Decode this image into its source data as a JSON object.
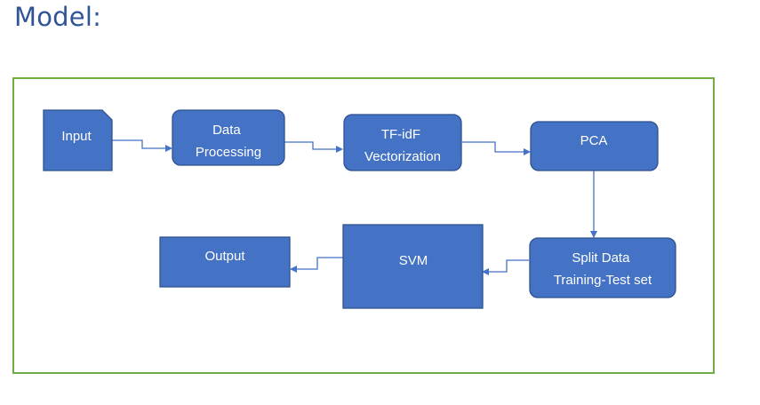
{
  "title": "Model:",
  "colors": {
    "node_fill": "#4472c4",
    "node_stroke": "#2f528f",
    "connector": "#4472c4",
    "frame_border": "#70ad47",
    "title": "#2f5597"
  },
  "nodes": {
    "input": {
      "lines": [
        "Input"
      ]
    },
    "data_processing": {
      "lines": [
        "Data",
        "Processing"
      ]
    },
    "tfidf": {
      "lines": [
        "TF-idF",
        "Vectorization"
      ]
    },
    "pca": {
      "lines": [
        "PCA"
      ]
    },
    "split": {
      "lines": [
        "Split Data",
        "Training-Test set"
      ]
    },
    "svm": {
      "lines": [
        "SVM"
      ]
    },
    "output": {
      "lines": [
        "Output"
      ]
    }
  }
}
